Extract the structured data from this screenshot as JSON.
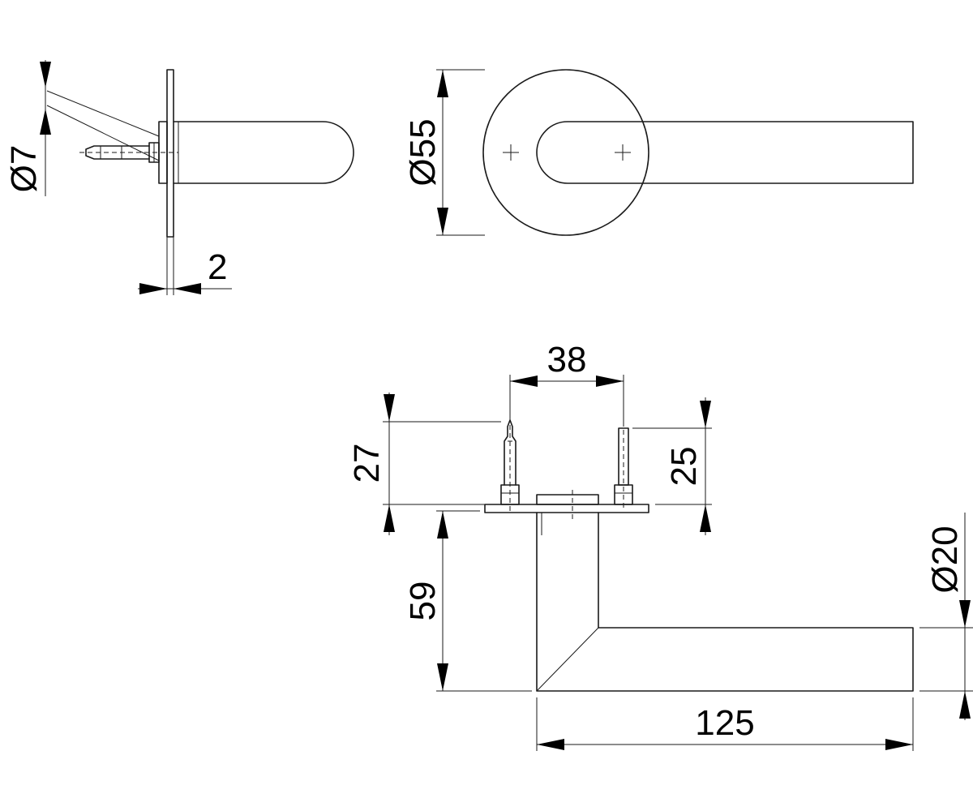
{
  "drawing": {
    "dimensions": {
      "pin_diameter": "Ø7",
      "plate_thickness": "2",
      "rose_diameter": "Ø55",
      "pin_spacing": "38",
      "left_pin_height": "27",
      "right_pin_height": "25",
      "lever_height": "59",
      "lever_length": "125",
      "lever_diameter": "Ø20"
    }
  }
}
